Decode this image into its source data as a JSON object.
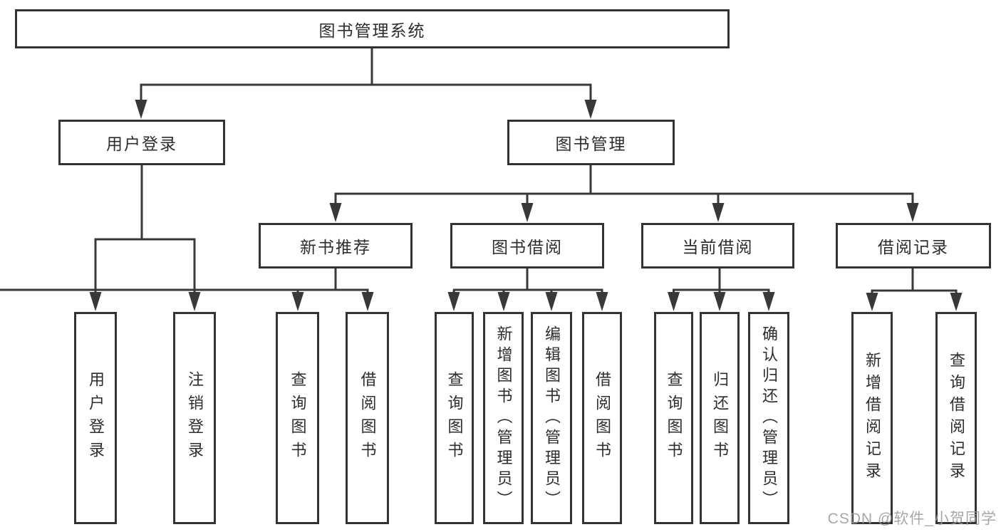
{
  "diagram": {
    "title": "图书管理系统",
    "root": {
      "label": "图书管理系统"
    },
    "login": {
      "label": "用户登录",
      "children": [
        "用户登录",
        "注销登录"
      ]
    },
    "management": {
      "label": "图书管理",
      "sections": [
        {
          "label": "新书推荐",
          "children": [
            "查询图书",
            "借阅图书"
          ]
        },
        {
          "label": "图书借阅",
          "children": [
            "查询图书",
            "新增图书（管理员）",
            "编辑图书（管理员）",
            "借阅图书"
          ]
        },
        {
          "label": "当前借阅",
          "children": [
            "查询图书",
            "归还图书",
            "确认归还（管理员）"
          ]
        },
        {
          "label": "借阅记录",
          "children": [
            "新增借阅记录",
            "查询借阅记录"
          ]
        }
      ]
    }
  },
  "watermark": {
    "text": "CSDN @软件_小贺同学",
    "color": "#9b9b9b"
  },
  "colors": {
    "line": "#383838",
    "border": "#333333",
    "text": "#2d2d2d",
    "background": "#ffffff"
  }
}
